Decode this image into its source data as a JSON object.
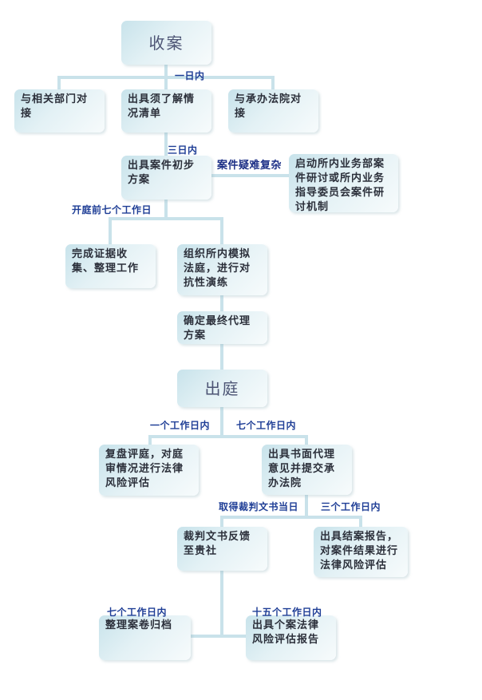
{
  "nodes": {
    "intake": "收案",
    "liaise_departments": "与相关部门对接",
    "info_list": "出具须了解情况清单",
    "liaise_court": "与承办法院对接",
    "preliminary_plan": "出具案件初步方案",
    "case_discussion": "启动所内业务部案件研讨或所内业务指导委员会案件研讨机制",
    "evidence": "完成证据收集、整理工作",
    "mock_trial": "组织所内模拟法庭，进行对抗性演练",
    "final_plan": "确定最终代理方案",
    "court": "出庭",
    "review": "复盘评庭，对庭审情况进行法律风险评估",
    "written_opinion": "出具书面代理意见并提交承办法院",
    "feedback": "裁判文书反馈至贵社",
    "closing_report": "出具结案报告，对案件结果进行法律风险评估",
    "archive": "整理案卷归档",
    "risk_report": "出具个案法律风险评估报告"
  },
  "labels": {
    "one_day": "一日内",
    "three_days": "三日内",
    "complex": "案件疑难复杂",
    "seven_days_before": "开庭前七个工作日",
    "one_workday": "一个工作日内",
    "seven_workdays": "七个工作日内",
    "judgment_day": "取得裁判文书当日",
    "three_workdays": "三个工作日内",
    "seven_workdays_archive": "七个工作日内",
    "fifteen_workdays": "十五个工作日内"
  },
  "colors": {
    "connector": "#c9e2ea",
    "label_text": "#1f3e96",
    "node_fill": "#d6ebf1"
  }
}
